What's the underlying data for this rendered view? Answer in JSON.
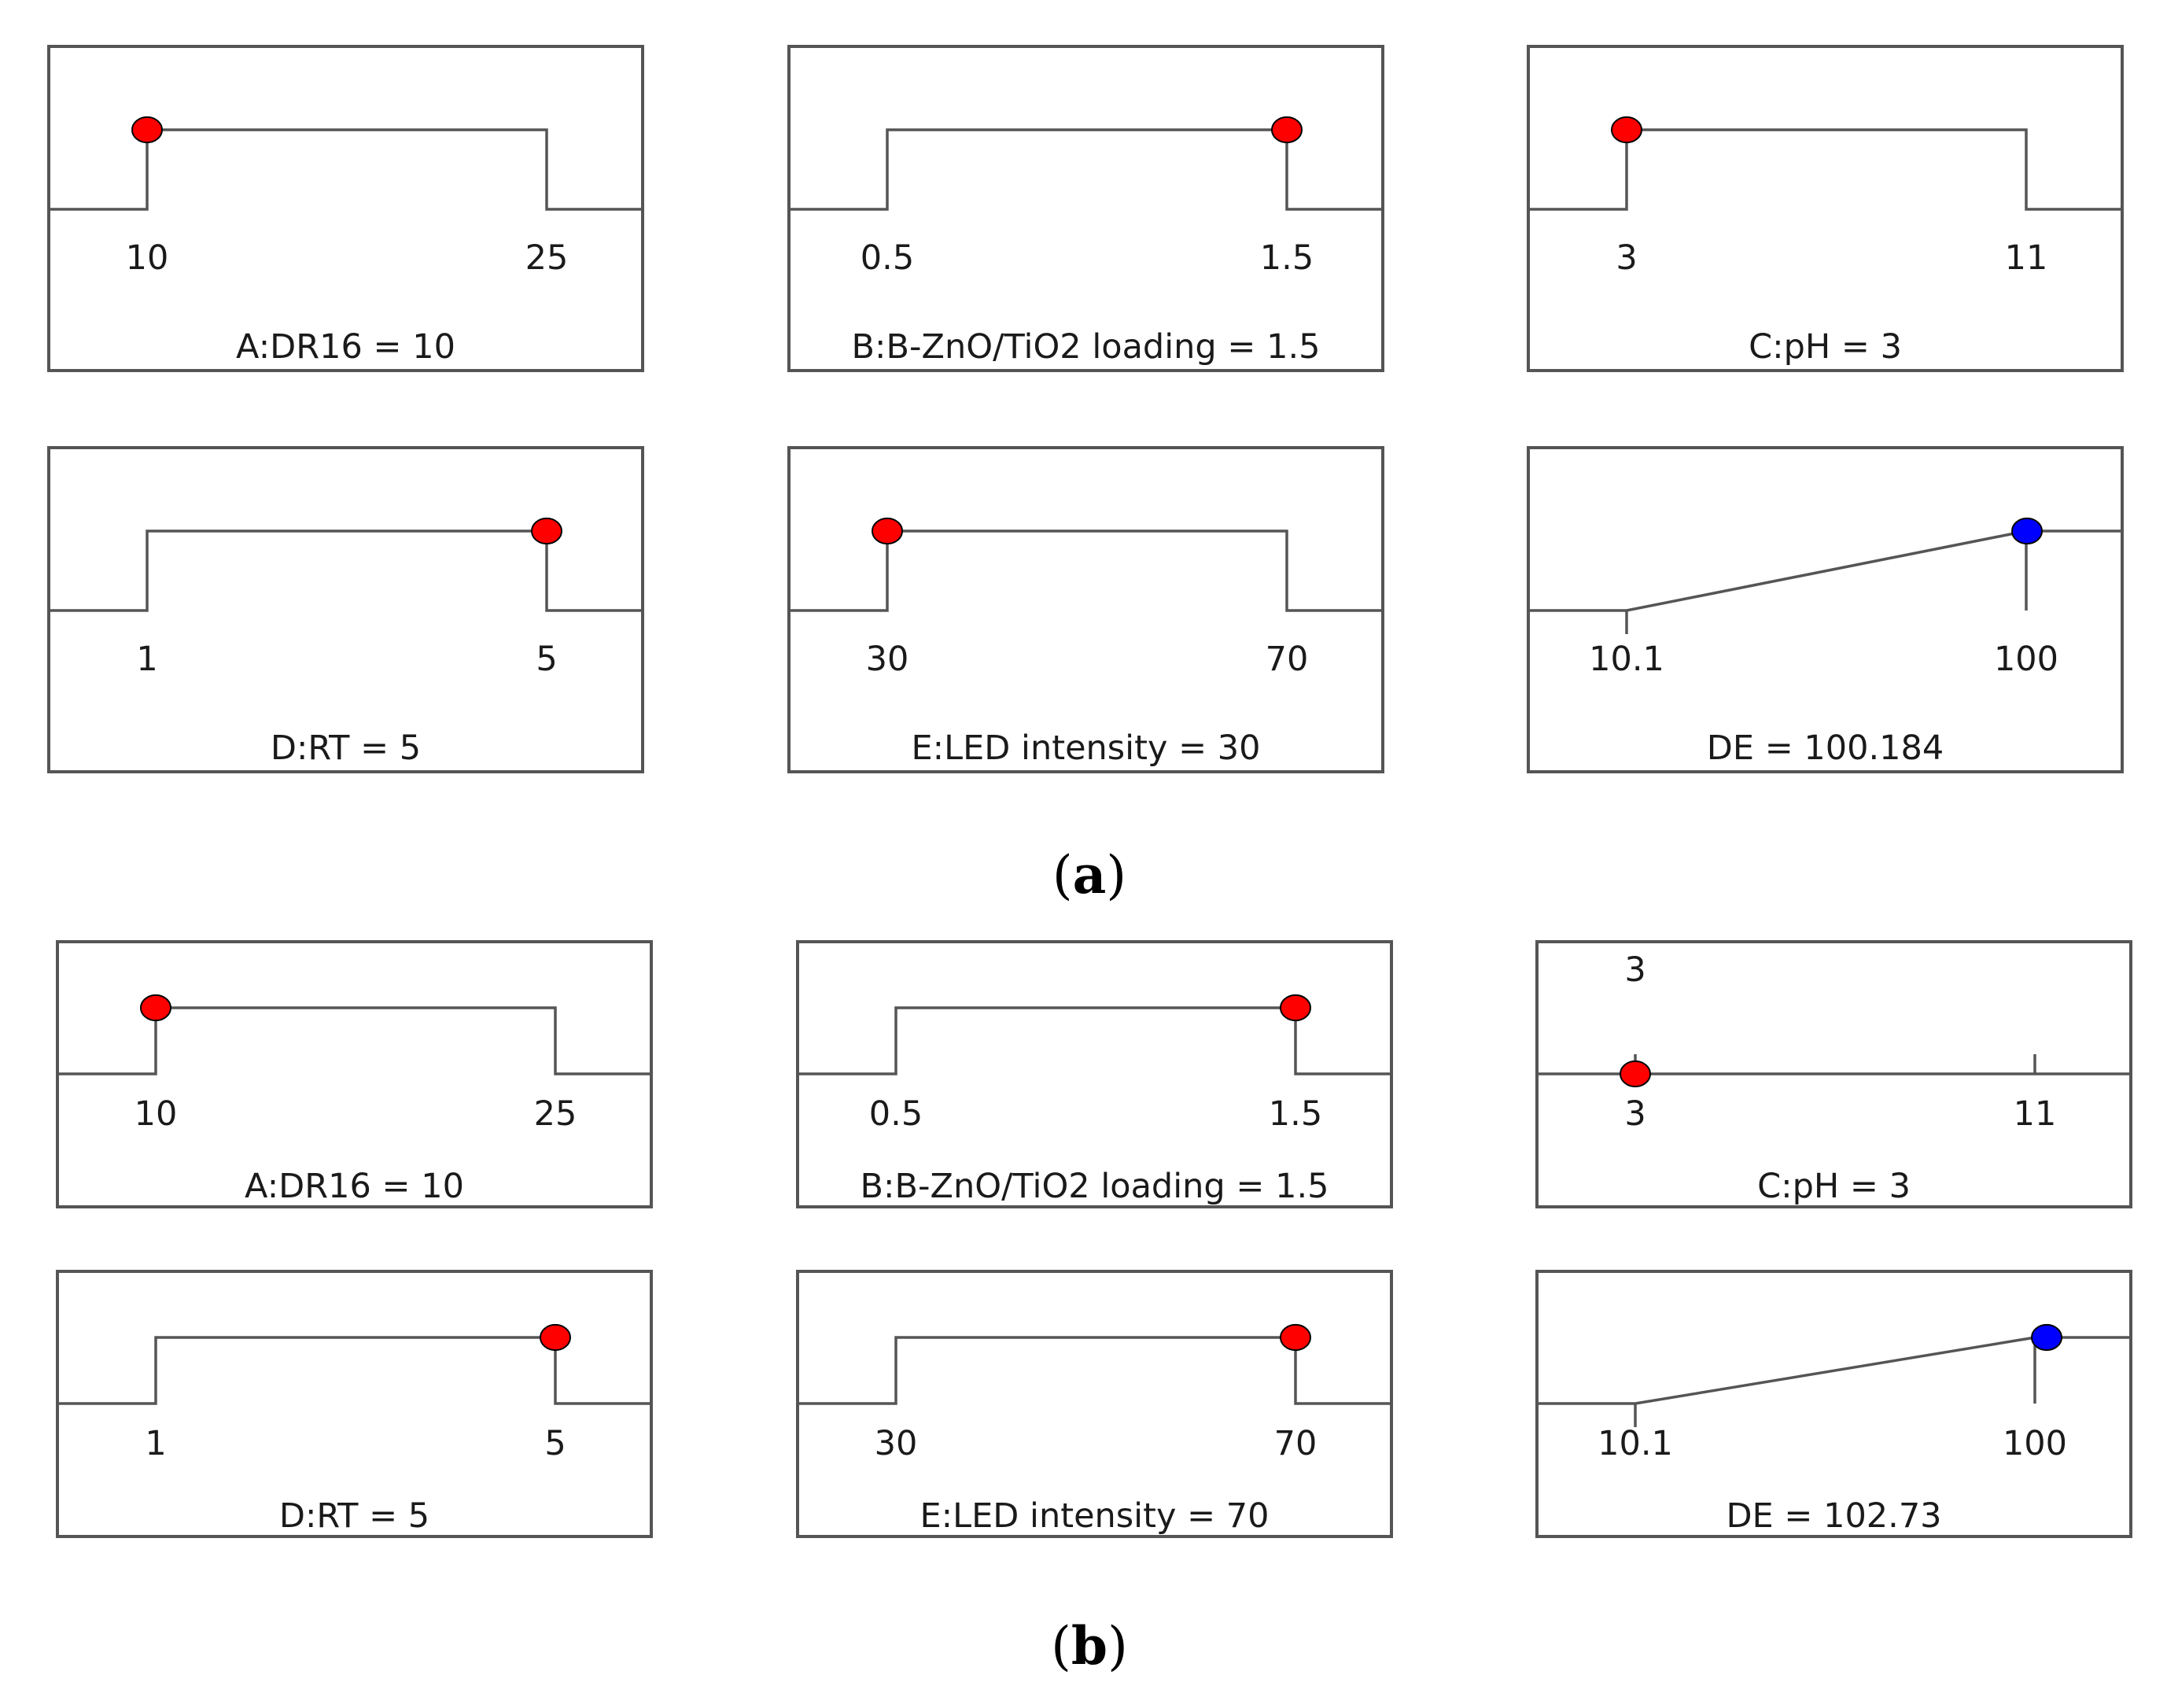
{
  "captions": {
    "a": "a",
    "b": "b"
  },
  "colors": {
    "factor_point": "#ff0000",
    "response_point": "#0000ff",
    "frame": "#555555"
  },
  "chart_data": [
    {
      "type": "line",
      "panel": "a",
      "subplot": "A",
      "title": "A:DR16 = 10",
      "low": 10,
      "high": 25,
      "low_label": "10",
      "high_label": "25",
      "shape": "in-range",
      "selected": 10,
      "marker": "factor"
    },
    {
      "type": "line",
      "panel": "a",
      "subplot": "B",
      "title": "B:B-ZnO/TiO2 loading = 1.5",
      "low": 0.5,
      "high": 1.5,
      "low_label": "0.5",
      "high_label": "1.5",
      "shape": "in-range",
      "selected": 1.5,
      "marker": "factor"
    },
    {
      "type": "line",
      "panel": "a",
      "subplot": "C",
      "title": "C:pH = 3",
      "low": 3,
      "high": 11,
      "low_label": "3",
      "high_label": "11",
      "shape": "in-range",
      "selected": 3,
      "marker": "factor"
    },
    {
      "type": "line",
      "panel": "a",
      "subplot": "D",
      "title": "D:RT = 5",
      "low": 1,
      "high": 5,
      "low_label": "1",
      "high_label": "5",
      "shape": "in-range",
      "selected": 5,
      "marker": "factor"
    },
    {
      "type": "line",
      "panel": "a",
      "subplot": "E",
      "title": "E:LED intensity = 30",
      "low": 30,
      "high": 70,
      "low_label": "30",
      "high_label": "70",
      "shape": "in-range",
      "selected": 30,
      "marker": "factor"
    },
    {
      "type": "line",
      "panel": "a",
      "subplot": "DE",
      "title": "DE = 100.184",
      "low": 10.1,
      "high": 100,
      "low_label": "10.1",
      "high_label": "100",
      "shape": "maximize",
      "selected": 100.184,
      "marker": "response"
    },
    {
      "type": "line",
      "panel": "b",
      "subplot": "A",
      "title": "A:DR16 = 10",
      "low": 10,
      "high": 25,
      "low_label": "10",
      "high_label": "25",
      "shape": "in-range",
      "selected": 10,
      "marker": "factor"
    },
    {
      "type": "line",
      "panel": "b",
      "subplot": "B",
      "title": "B:B-ZnO/TiO2 loading = 1.5",
      "low": 0.5,
      "high": 1.5,
      "low_label": "0.5",
      "high_label": "1.5",
      "shape": "in-range",
      "selected": 1.5,
      "marker": "factor"
    },
    {
      "type": "line",
      "panel": "b",
      "subplot": "C",
      "title": "C:pH = 3",
      "low": 3,
      "high": 11,
      "low_label": "3",
      "high_label": "11",
      "shape": "target",
      "target_label": "3",
      "selected": 3,
      "marker": "factor"
    },
    {
      "type": "line",
      "panel": "b",
      "subplot": "D",
      "title": "D:RT = 5",
      "low": 1,
      "high": 5,
      "low_label": "1",
      "high_label": "5",
      "shape": "in-range",
      "selected": 5,
      "marker": "factor"
    },
    {
      "type": "line",
      "panel": "b",
      "subplot": "E",
      "title": "E:LED intensity = 70",
      "low": 30,
      "high": 70,
      "low_label": "30",
      "high_label": "70",
      "shape": "in-range",
      "selected": 70,
      "marker": "factor"
    },
    {
      "type": "line",
      "panel": "b",
      "subplot": "DE",
      "title": "DE = 102.73",
      "low": 10.1,
      "high": 100,
      "low_label": "10.1",
      "high_label": "100",
      "shape": "maximize",
      "selected": 102.73,
      "marker": "response"
    }
  ]
}
